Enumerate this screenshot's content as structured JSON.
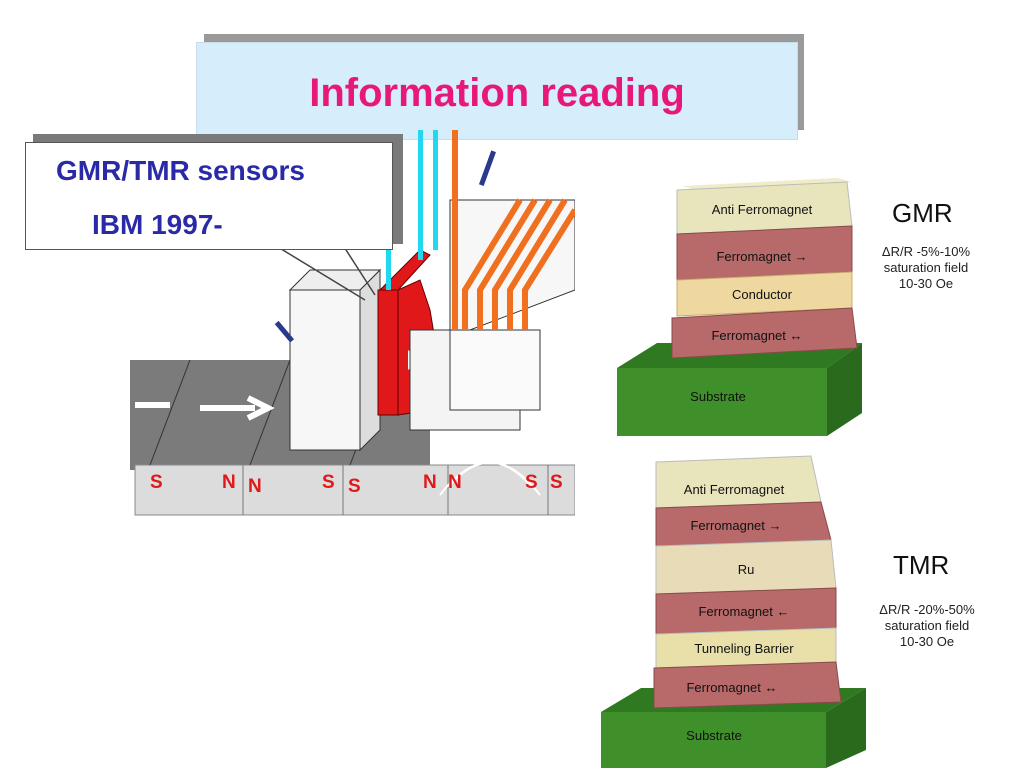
{
  "title": "Information reading",
  "sensor_box": {
    "line1": "GMR/TMR sensors",
    "line2": "IBM 1997-"
  },
  "head_diagram": {
    "track_labels": [
      "S",
      "N",
      "N",
      "S",
      "S",
      "N",
      "N",
      "S",
      "S"
    ]
  },
  "gmr": {
    "label": "GMR",
    "layers": [
      "Anti Ferromagnet",
      "Ferromagnet →",
      "Conductor",
      "Ferromagnet ↔",
      "Substrate"
    ],
    "spec": [
      "ΔR/R -5%-10%",
      "saturation field",
      "10-30 Oe"
    ]
  },
  "tmr": {
    "label": "TMR",
    "layers": [
      "Anti Ferromagnet",
      "Ferromagnet →",
      "Ru",
      "Ferromagnet ←",
      "Tunneling Barrier",
      "Ferromagnet ↔",
      "Substrate"
    ],
    "spec": [
      "ΔR/R -20%-50%",
      "saturation field",
      "10-30 Oe"
    ]
  },
  "colors": {
    "title": "#e8177a",
    "sensor_text": "#2a2aa8",
    "title_bg": "#d6eefc",
    "head": "#e0181a",
    "coil": "#f07020",
    "lead": "#22d8f0",
    "substrate": "#3f8f2a"
  }
}
